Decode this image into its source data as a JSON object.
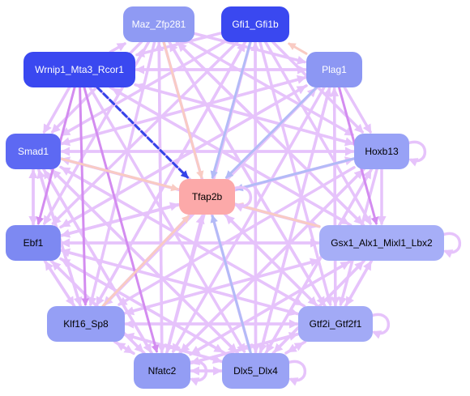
{
  "nodes": [
    {
      "id": "maz",
      "label": "Maz_Zfp281",
      "color": "#8f9af3",
      "text": "light"
    },
    {
      "id": "gfi",
      "label": "Gfi1_Gfi1b",
      "color": "#3a48f0",
      "text": "light"
    },
    {
      "id": "wrnip",
      "label": "Wrnip1_Mta3_Rcor1",
      "color": "#3a48f0",
      "text": "light"
    },
    {
      "id": "plag",
      "label": "Plag1",
      "color": "#8c97f3",
      "text": "light"
    },
    {
      "id": "smad",
      "label": "Smad1",
      "color": "#5d69f3",
      "text": "light"
    },
    {
      "id": "hoxb",
      "label": "Hoxb13",
      "color": "#98a2f6",
      "text": "dark"
    },
    {
      "id": "tfap",
      "label": "Tfap2b",
      "color": "#fca9a9",
      "text": "dark"
    },
    {
      "id": "ebf",
      "label": "Ebf1",
      "color": "#7d89f2",
      "text": "dark"
    },
    {
      "id": "gsx",
      "label": "Gsx1_Alx1_Mixl1_Lbx2",
      "color": "#a6aef7",
      "text": "dark"
    },
    {
      "id": "klf",
      "label": "Klf16_Sp8",
      "color": "#959ff5",
      "text": "dark"
    },
    {
      "id": "gtf",
      "label": "Gtf2i_Gtf2f1",
      "color": "#a2aaf6",
      "text": "dark"
    },
    {
      "id": "nfatc",
      "label": "Nfatc2",
      "color": "#939df4",
      "text": "dark"
    },
    {
      "id": "dlx",
      "label": "Dlx5_Dlx4",
      "color": "#9aa3f5",
      "text": "dark"
    }
  ],
  "edge_colors": {
    "default": "#e6c3fb",
    "strong": "#d38cf0",
    "blue": "#b3bbf7",
    "salmon": "#f9cbc3",
    "dark_blue": "#3444e8"
  },
  "edges": [
    {
      "from": "wrnip",
      "to": "tfap",
      "kind": "dark_blue"
    },
    {
      "from": "gfi",
      "to": "tfap",
      "kind": "blue"
    },
    {
      "from": "maz",
      "to": "tfap",
      "kind": "salmon"
    },
    {
      "from": "plag",
      "to": "tfap",
      "kind": "blue"
    },
    {
      "from": "hoxb",
      "to": "tfap",
      "kind": "blue"
    },
    {
      "from": "smad",
      "to": "tfap",
      "kind": "salmon"
    },
    {
      "from": "gsx",
      "to": "tfap",
      "kind": "salmon"
    },
    {
      "from": "ebf",
      "to": "tfap",
      "kind": "default"
    },
    {
      "from": "dlx",
      "to": "tfap",
      "kind": "blue"
    },
    {
      "from": "gtf",
      "to": "tfap",
      "kind": "default"
    },
    {
      "from": "klf",
      "to": "tfap",
      "kind": "salmon"
    },
    {
      "from": "nfatc",
      "to": "tfap",
      "kind": "default"
    },
    {
      "from": "wrnip",
      "to": "klf",
      "kind": "strong"
    },
    {
      "from": "wrnip",
      "to": "ebf",
      "kind": "strong"
    },
    {
      "from": "wrnip",
      "to": "nfatc",
      "kind": "strong"
    },
    {
      "from": "wrnip",
      "to": "dlx",
      "kind": "default"
    },
    {
      "from": "wrnip",
      "to": "gsx",
      "kind": "default"
    },
    {
      "from": "wrnip",
      "to": "smad",
      "kind": "default"
    },
    {
      "from": "wrnip",
      "to": "hoxb",
      "kind": "default"
    },
    {
      "from": "wrnip",
      "to": "gtf",
      "kind": "default"
    },
    {
      "from": "wrnip",
      "to": "plag",
      "kind": "default"
    },
    {
      "from": "wrnip",
      "to": "maz",
      "kind": "default"
    },
    {
      "from": "gfi",
      "to": "smad",
      "kind": "default"
    },
    {
      "from": "gfi",
      "to": "ebf",
      "kind": "default"
    },
    {
      "from": "gfi",
      "to": "klf",
      "kind": "default"
    },
    {
      "from": "gfi",
      "to": "nfatc",
      "kind": "default"
    },
    {
      "from": "gfi",
      "to": "dlx",
      "kind": "default"
    },
    {
      "from": "gfi",
      "to": "gsx",
      "kind": "default"
    },
    {
      "from": "gfi",
      "to": "hoxb",
      "kind": "default"
    },
    {
      "from": "gfi",
      "to": "gtf",
      "kind": "default"
    },
    {
      "from": "gfi",
      "to": "wrnip",
      "kind": "default"
    },
    {
      "from": "maz",
      "to": "smad",
      "kind": "default"
    },
    {
      "from": "maz",
      "to": "ebf",
      "kind": "default"
    },
    {
      "from": "maz",
      "to": "klf",
      "kind": "default"
    },
    {
      "from": "maz",
      "to": "nfatc",
      "kind": "default"
    },
    {
      "from": "maz",
      "to": "dlx",
      "kind": "default"
    },
    {
      "from": "maz",
      "to": "gtf",
      "kind": "default"
    },
    {
      "from": "maz",
      "to": "gsx",
      "kind": "default"
    },
    {
      "from": "maz",
      "to": "hoxb",
      "kind": "default"
    },
    {
      "from": "maz",
      "to": "plag",
      "kind": "default"
    },
    {
      "from": "plag",
      "to": "smad",
      "kind": "default"
    },
    {
      "from": "plag",
      "to": "ebf",
      "kind": "default"
    },
    {
      "from": "plag",
      "to": "klf",
      "kind": "default"
    },
    {
      "from": "plag",
      "to": "nfatc",
      "kind": "default"
    },
    {
      "from": "plag",
      "to": "dlx",
      "kind": "default"
    },
    {
      "from": "plag",
      "to": "gtf",
      "kind": "default"
    },
    {
      "from": "plag",
      "to": "gsx",
      "kind": "strong"
    },
    {
      "from": "plag",
      "to": "hoxb",
      "kind": "default"
    },
    {
      "from": "plag",
      "to": "wrnip",
      "kind": "default"
    },
    {
      "from": "plag",
      "to": "gfi",
      "kind": "salmon"
    },
    {
      "from": "hoxb",
      "to": "gsx",
      "kind": "default"
    },
    {
      "from": "hoxb",
      "to": "smad",
      "kind": "default"
    },
    {
      "from": "hoxb",
      "to": "ebf",
      "kind": "default"
    },
    {
      "from": "hoxb",
      "to": "klf",
      "kind": "default"
    },
    {
      "from": "hoxb",
      "to": "dlx",
      "kind": "default"
    },
    {
      "from": "hoxb",
      "to": "nfatc",
      "kind": "default"
    },
    {
      "from": "hoxb",
      "to": "gtf",
      "kind": "default"
    },
    {
      "from": "hoxb",
      "to": "wrnip",
      "kind": "default"
    },
    {
      "from": "smad",
      "to": "ebf",
      "kind": "default"
    },
    {
      "from": "smad",
      "to": "klf",
      "kind": "default"
    },
    {
      "from": "smad",
      "to": "gsx",
      "kind": "default"
    },
    {
      "from": "smad",
      "to": "hoxb",
      "kind": "default"
    },
    {
      "from": "smad",
      "to": "dlx",
      "kind": "default"
    },
    {
      "from": "smad",
      "to": "nfatc",
      "kind": "default"
    },
    {
      "from": "smad",
      "to": "gtf",
      "kind": "default"
    },
    {
      "from": "smad",
      "to": "plag",
      "kind": "default"
    },
    {
      "from": "ebf",
      "to": "smad",
      "kind": "default"
    },
    {
      "from": "ebf",
      "to": "gsx",
      "kind": "default"
    },
    {
      "from": "ebf",
      "to": "klf",
      "kind": "default"
    },
    {
      "from": "ebf",
      "to": "nfatc",
      "kind": "default"
    },
    {
      "from": "ebf",
      "to": "dlx",
      "kind": "default"
    },
    {
      "from": "ebf",
      "to": "gtf",
      "kind": "default"
    },
    {
      "from": "ebf",
      "to": "hoxb",
      "kind": "default"
    },
    {
      "from": "ebf",
      "to": "plag",
      "kind": "default"
    },
    {
      "from": "gsx",
      "to": "ebf",
      "kind": "default"
    },
    {
      "from": "gsx",
      "to": "klf",
      "kind": "default"
    },
    {
      "from": "gsx",
      "to": "gtf",
      "kind": "default"
    },
    {
      "from": "gsx",
      "to": "dlx",
      "kind": "default"
    },
    {
      "from": "gsx",
      "to": "nfatc",
      "kind": "default"
    },
    {
      "from": "gsx",
      "to": "smad",
      "kind": "default"
    },
    {
      "from": "gsx",
      "to": "wrnip",
      "kind": "default"
    },
    {
      "from": "gsx",
      "to": "maz",
      "kind": "default"
    },
    {
      "from": "klf",
      "to": "ebf",
      "kind": "default"
    },
    {
      "from": "klf",
      "to": "gsx",
      "kind": "default"
    },
    {
      "from": "klf",
      "to": "nfatc",
      "kind": "default"
    },
    {
      "from": "klf",
      "to": "dlx",
      "kind": "default"
    },
    {
      "from": "klf",
      "to": "gtf",
      "kind": "default"
    },
    {
      "from": "klf",
      "to": "smad",
      "kind": "default"
    },
    {
      "from": "klf",
      "to": "plag",
      "kind": "default"
    },
    {
      "from": "klf",
      "to": "gfi",
      "kind": "default"
    },
    {
      "from": "gtf",
      "to": "gsx",
      "kind": "default"
    },
    {
      "from": "gtf",
      "to": "klf",
      "kind": "default"
    },
    {
      "from": "gtf",
      "to": "dlx",
      "kind": "default"
    },
    {
      "from": "gtf",
      "to": "nfatc",
      "kind": "default"
    },
    {
      "from": "gtf",
      "to": "ebf",
      "kind": "default"
    },
    {
      "from": "gtf",
      "to": "smad",
      "kind": "default"
    },
    {
      "from": "gtf",
      "to": "maz",
      "kind": "default"
    },
    {
      "from": "gtf",
      "to": "plag",
      "kind": "default"
    },
    {
      "from": "nfatc",
      "to": "dlx",
      "kind": "default"
    },
    {
      "from": "nfatc",
      "to": "klf",
      "kind": "default"
    },
    {
      "from": "nfatc",
      "to": "gtf",
      "kind": "default"
    },
    {
      "from": "nfatc",
      "to": "gsx",
      "kind": "default"
    },
    {
      "from": "nfatc",
      "to": "ebf",
      "kind": "default"
    },
    {
      "from": "nfatc",
      "to": "smad",
      "kind": "default"
    },
    {
      "from": "nfatc",
      "to": "hoxb",
      "kind": "default"
    },
    {
      "from": "nfatc",
      "to": "maz",
      "kind": "default"
    },
    {
      "from": "dlx",
      "to": "nfatc",
      "kind": "default"
    },
    {
      "from": "dlx",
      "to": "gtf",
      "kind": "default"
    },
    {
      "from": "dlx",
      "to": "klf",
      "kind": "default"
    },
    {
      "from": "dlx",
      "to": "gsx",
      "kind": "default"
    },
    {
      "from": "dlx",
      "to": "ebf",
      "kind": "default"
    },
    {
      "from": "dlx",
      "to": "smad",
      "kind": "default"
    },
    {
      "from": "dlx",
      "to": "hoxb",
      "kind": "default"
    },
    {
      "from": "dlx",
      "to": "plag",
      "kind": "default"
    },
    {
      "from": "dlx",
      "to": "gfi",
      "kind": "default"
    },
    {
      "from": "tfap",
      "to": "gsx",
      "kind": "default"
    },
    {
      "from": "tfap",
      "to": "klf",
      "kind": "default"
    }
  ],
  "self_loops": [
    "hoxb",
    "gsx",
    "gtf",
    "dlx",
    "tfap",
    "nfatc"
  ]
}
